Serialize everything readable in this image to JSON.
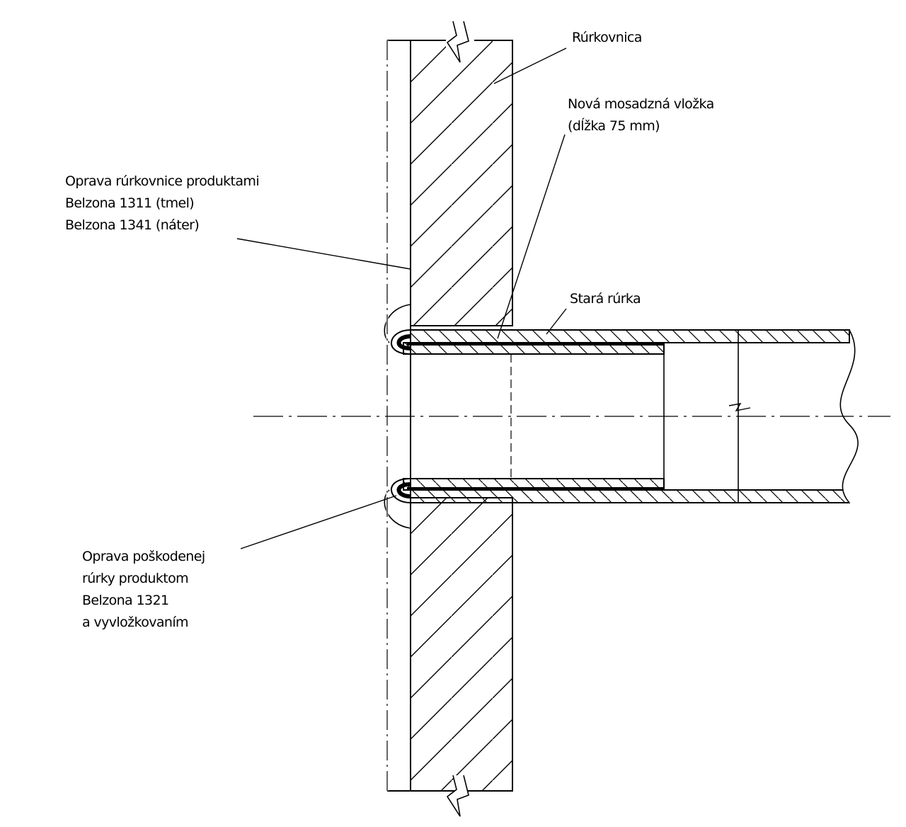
{
  "colors": {
    "ink": "#000000",
    "paper": "#ffffff"
  },
  "labels": {
    "tube_sheet": "Rúrkovnica",
    "new_insert": [
      "Nová mosadzná vložka",
      "(dĺžka 75 mm)"
    ],
    "tube_sheet_repair": [
      "Oprava rúrkovnice produktami",
      "Belzona 1311 (tmel)",
      "Belzona 1341 (náter)"
    ],
    "old_tube": "Stará rúrka",
    "damaged_tube_repair": [
      "Oprava poškodenej",
      "rúrky produktom",
      "Belzona 1321",
      "a vyvložkovaním"
    ]
  }
}
